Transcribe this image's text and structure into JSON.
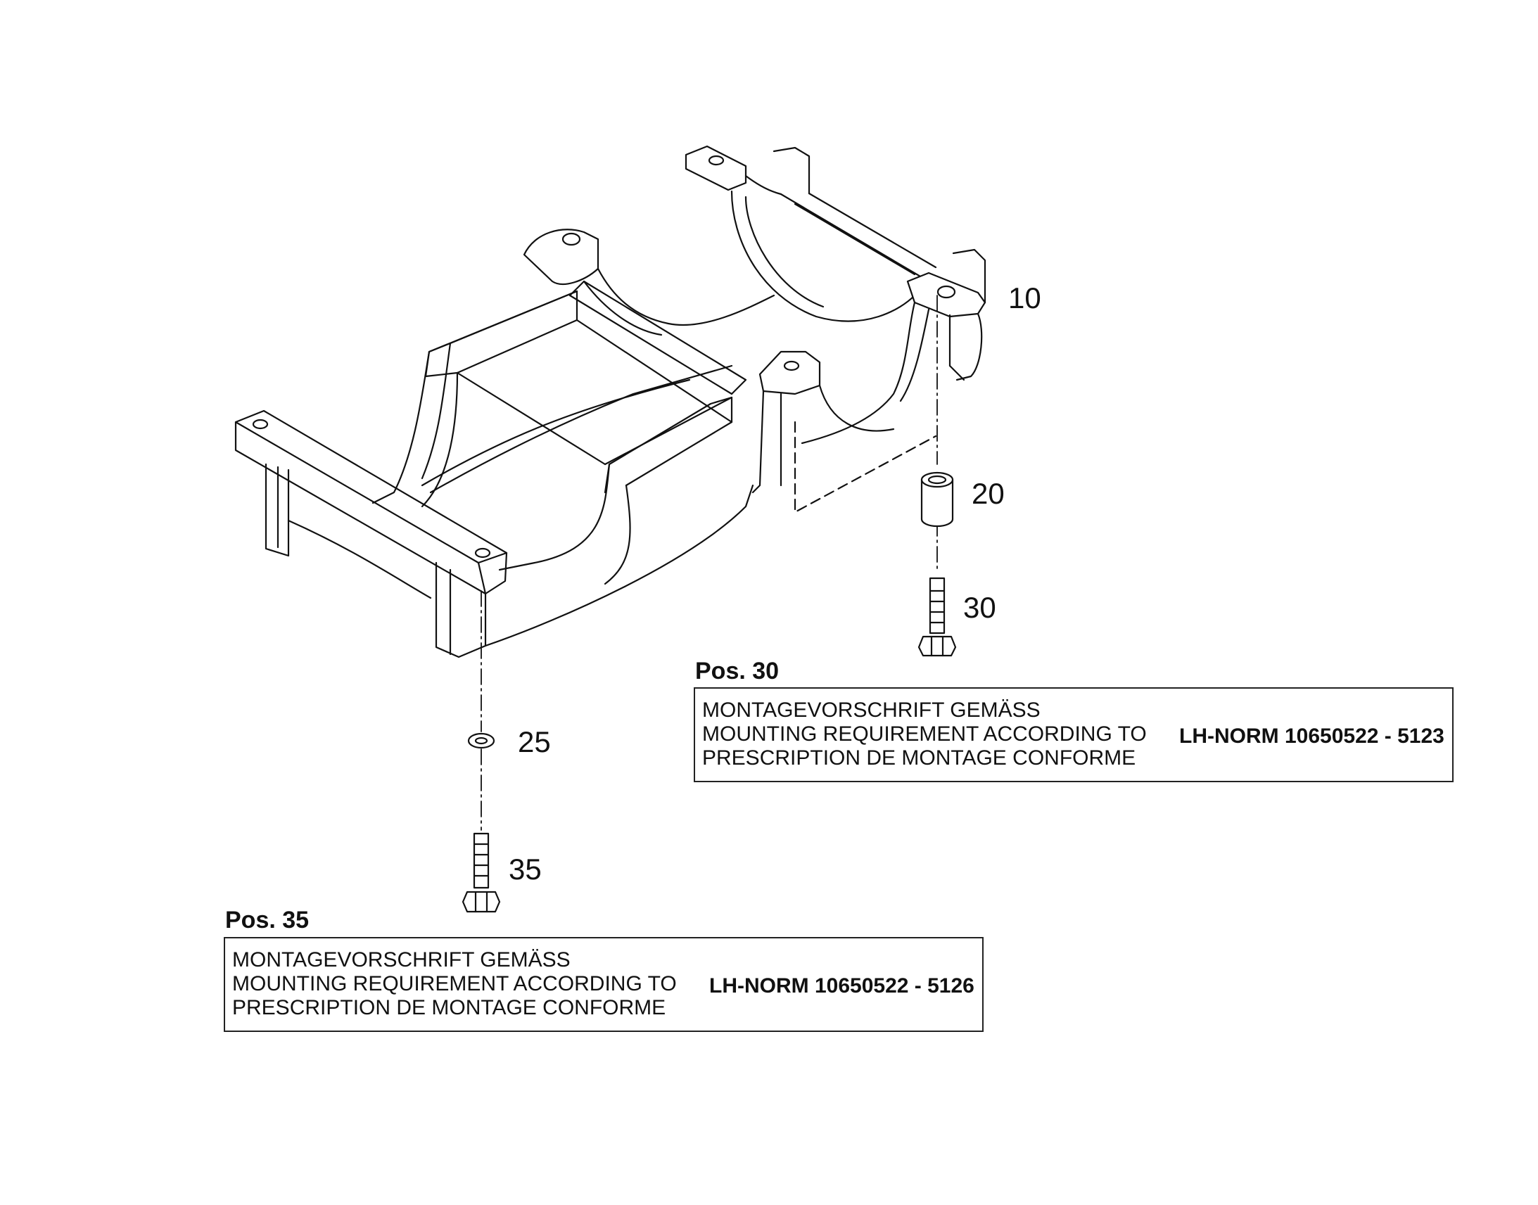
{
  "callouts": {
    "frame": "10",
    "spacer": "20",
    "bolt_right": "30",
    "washer": "25",
    "bolt_left": "35"
  },
  "note_pos30": {
    "heading": "Pos. 30",
    "line1": "MONTAGEVORSCHRIFT GEMÄSS",
    "line2": "MOUNTING REQUIREMENT ACCORDING TO",
    "line3": "PRESCRIPTION DE MONTAGE CONFORME",
    "norm": "LH-NORM 10650522 - 5123"
  },
  "note_pos35": {
    "heading": "Pos. 35",
    "line1": "MONTAGEVORSCHRIFT GEMÄSS",
    "line2": "MOUNTING REQUIREMENT ACCORDING TO",
    "line3": "PRESCRIPTION DE MONTAGE CONFORME",
    "norm": "LH-NORM 10650522 - 5126"
  }
}
